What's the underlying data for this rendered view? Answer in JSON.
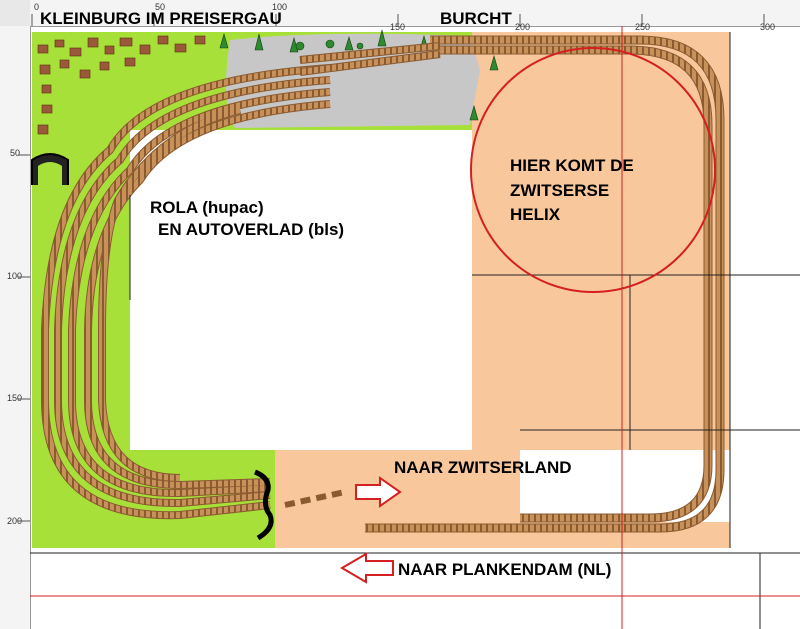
{
  "ruler": {
    "top_ticks": [
      "0",
      "50",
      "100",
      "150",
      "200",
      "250",
      "300"
    ],
    "left_ticks": [
      "50",
      "100",
      "150",
      "200"
    ]
  },
  "labels": {
    "kleinburg": "KLEINBURG IM PREISERGAU",
    "burcht": "BURCHT",
    "rola_line1": "ROLA (hupac)",
    "rola_line2": "EN AUTOVERLAD (bls)",
    "helix_line1": "HIER KOMT DE",
    "helix_line2": "ZWITSERSE",
    "helix_line3": "HELIX",
    "naar_zwitserland": "NAAR ZWITSERLAND",
    "naar_plankendam": "NAAR PLANKENDAM (NL)"
  },
  "colors": {
    "grass": "#a8e03a",
    "zone": "#f8c89c",
    "track": "#b07848",
    "helix_circle": "#d42020",
    "arrow": "#d42020",
    "guide_line": "#d42020"
  },
  "icons": {
    "tunnel_portal": "tunnel-portal-icon",
    "track_end": "track-end-bracket-icon"
  }
}
